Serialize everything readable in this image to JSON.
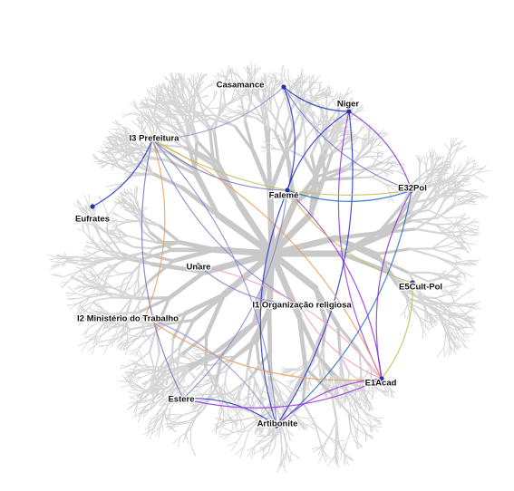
{
  "nodes": [
    {
      "id": "casamance",
      "label": "Casamance"
    },
    {
      "id": "niger",
      "label": "Niger"
    },
    {
      "id": "i3",
      "label": "I3 Prefeitura"
    },
    {
      "id": "faleme",
      "label": "Falemé"
    },
    {
      "id": "e32",
      "label": "E32Pol"
    },
    {
      "id": "eufrates",
      "label": "Eufrates"
    },
    {
      "id": "unare",
      "label": "Unare"
    },
    {
      "id": "e5",
      "label": "E5Cult-Pol"
    },
    {
      "id": "i2",
      "label": "I2 Ministério do Trabalho"
    },
    {
      "id": "i1",
      "label": "I1 Organização religiosa"
    },
    {
      "id": "e1",
      "label": "E1Acad"
    },
    {
      "id": "estere",
      "label": "Estere"
    },
    {
      "id": "artibonite",
      "label": "Artibonite"
    }
  ],
  "edges": [
    {
      "from": "casamance",
      "to": "niger",
      "color": "#2233cc"
    },
    {
      "from": "casamance",
      "to": "faleme",
      "color": "#2233cc"
    },
    {
      "from": "casamance",
      "to": "e32",
      "color": "#7a7acc"
    },
    {
      "from": "casamance",
      "to": "i3",
      "color": "#9a9ad0"
    },
    {
      "from": "niger",
      "to": "faleme",
      "color": "#2233cc"
    },
    {
      "from": "niger",
      "to": "e32",
      "color": "#8833cc"
    },
    {
      "from": "niger",
      "to": "e1",
      "color": "#9933dd"
    },
    {
      "from": "niger",
      "to": "artibonite",
      "color": "#2233cc"
    },
    {
      "from": "i3",
      "to": "faleme",
      "color": "#8080c0"
    },
    {
      "from": "i3",
      "to": "eufrates",
      "color": "#2233cc"
    },
    {
      "from": "i3",
      "to": "estere",
      "color": "#7777bb"
    },
    {
      "from": "i3",
      "to": "artibonite",
      "color": "#8888cc"
    },
    {
      "from": "i3",
      "to": "i1",
      "color": "#8888cc"
    },
    {
      "from": "i3",
      "to": "e1",
      "color": "#e8a060"
    },
    {
      "from": "i3",
      "to": "e32",
      "color": "#c0c060"
    },
    {
      "from": "i3",
      "to": "i2",
      "color": "#e8a060"
    },
    {
      "from": "faleme",
      "to": "e32",
      "color": "#2a6fbf"
    },
    {
      "from": "faleme",
      "to": "e1",
      "color": "#9933dd"
    },
    {
      "from": "faleme",
      "to": "artibonite",
      "color": "#2233cc"
    },
    {
      "from": "faleme",
      "to": "estere",
      "color": "#8888cc"
    },
    {
      "from": "faleme",
      "to": "e5",
      "color": "#c0c060"
    },
    {
      "from": "e32",
      "to": "artibonite",
      "color": "#2a6fbf"
    },
    {
      "from": "e32",
      "to": "e1",
      "color": "#8833cc"
    },
    {
      "from": "e5",
      "to": "e1",
      "color": "#c0c060"
    },
    {
      "from": "unare",
      "to": "i1",
      "color": "#8888cc"
    },
    {
      "from": "unare",
      "to": "e1",
      "color": "#f0a0c0"
    },
    {
      "from": "i2",
      "to": "e1",
      "color": "#e8a060"
    },
    {
      "from": "i2",
      "to": "artibonite",
      "color": "#9a9ad0"
    },
    {
      "from": "i1",
      "to": "e1",
      "color": "#f0a0c0"
    },
    {
      "from": "estere",
      "to": "artibonite",
      "color": "#2233cc"
    },
    {
      "from": "estere",
      "to": "e1",
      "color": "#9933dd"
    },
    {
      "from": "artibonite",
      "to": "e1",
      "color": "#9933dd"
    }
  ]
}
